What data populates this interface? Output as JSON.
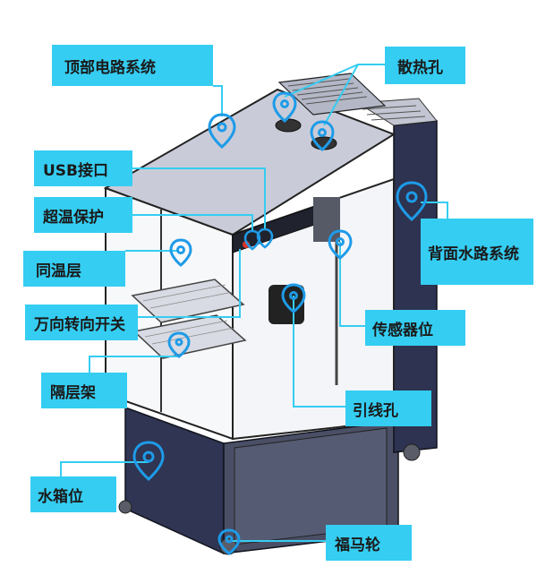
{
  "labels": {
    "top_circuit": "顶部电路系统",
    "heat_vents": "散热孔",
    "usb_port": "USB接口",
    "overheat_protection": "超温保护",
    "back_water_system": "背面水路系统",
    "same_temp_layer": "同温层",
    "universal_switch": "万向转向开关",
    "sensor_position": "传感器位",
    "shelf_rack": "隔层架",
    "cable_hole": "引线孔",
    "water_tank": "水箱位",
    "casters": "福马轮"
  },
  "colors": {
    "label_bg": "#35cdf2",
    "leader_line": "#35cdf2",
    "pin": "#1e9be8",
    "cabinet_body": "#2f3552",
    "cabinet_top": "#c9ccd8",
    "frame": "#6b7080"
  }
}
